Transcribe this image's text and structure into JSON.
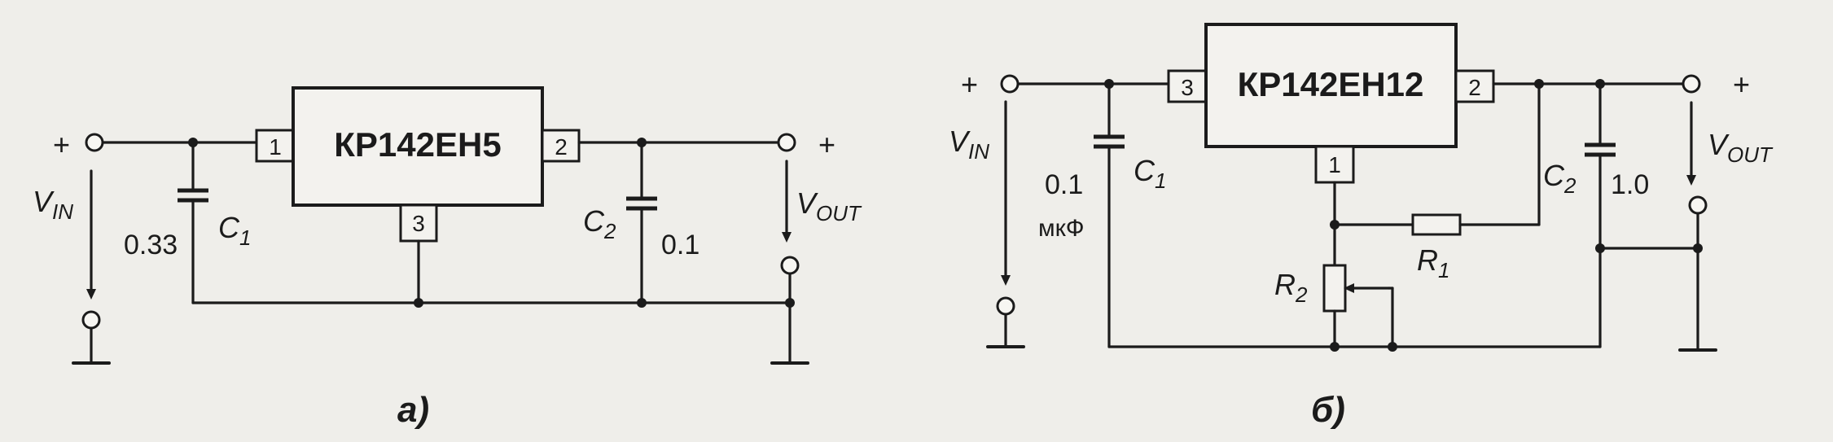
{
  "circuit_a": {
    "chip_label": "КР142ЕН5",
    "pin_in": "1",
    "pin_out": "2",
    "pin_gnd": "3",
    "plus_in": "+",
    "plus_out": "+",
    "vin_main": "V",
    "vin_sub": "IN",
    "vout_main": "V",
    "vout_sub": "OUT",
    "c1_name": "C",
    "c1_sub": "1",
    "c1_value": "0.33",
    "c2_name": "C",
    "c2_sub": "2",
    "c2_value": "0.1",
    "caption": "а)"
  },
  "circuit_b": {
    "chip_label": "КР142ЕН12",
    "pin_in": "3",
    "pin_out": "2",
    "pin_adj": "1",
    "plus_in": "+",
    "plus_out": "+",
    "vin_main": "V",
    "vin_sub": "IN",
    "vout_main": "V",
    "vout_sub": "OUT",
    "c1_name": "C",
    "c1_sub": "1",
    "c1_value": "0.1",
    "c1_unit": "мкФ",
    "c2_name": "C",
    "c2_sub": "2",
    "c2_value": "1.0",
    "r1_name": "R",
    "r1_sub": "1",
    "r2_name": "R",
    "r2_sub": "2",
    "caption": "б)"
  }
}
